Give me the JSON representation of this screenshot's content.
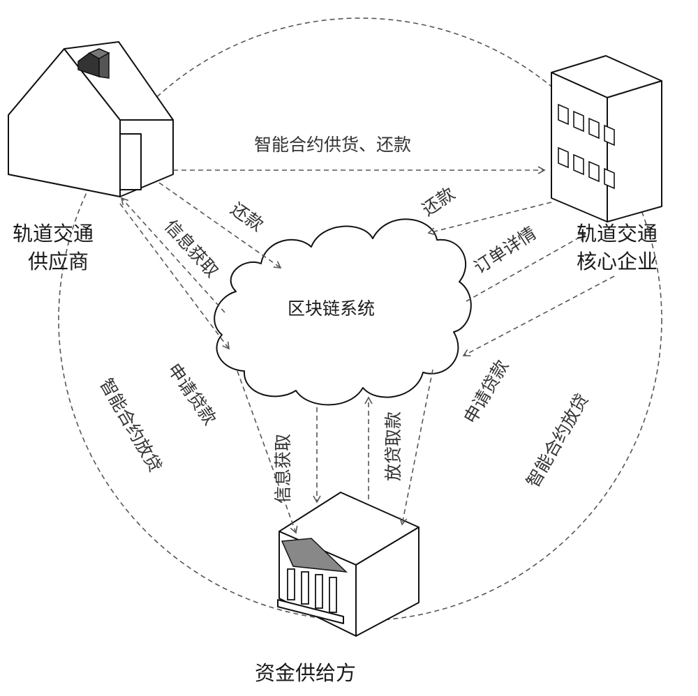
{
  "nodes": {
    "supplier": {
      "line1": "轨道交通",
      "line2": "供应商"
    },
    "core": {
      "line1": "轨道交通",
      "line2": "核心企业"
    },
    "funder": {
      "label": "资金供给方"
    },
    "blockchain": {
      "label": "区块链系统"
    }
  },
  "edges": {
    "top": "智能合约供货、还款",
    "supplier_repay": "还款",
    "supplier_info": "信息获取",
    "core_repay": "还款",
    "core_order": "订单详情",
    "supplier_loan_apply": "申请贷款",
    "core_loan_apply": "申请贷款",
    "funder_info": "信息获取",
    "funder_loan": "放贷取款",
    "left_arc": "智能合约放贷",
    "right_arc": "智能合约放贷"
  },
  "icons": [
    "house-icon",
    "office-building-icon",
    "bank-building-icon",
    "cloud-icon"
  ]
}
